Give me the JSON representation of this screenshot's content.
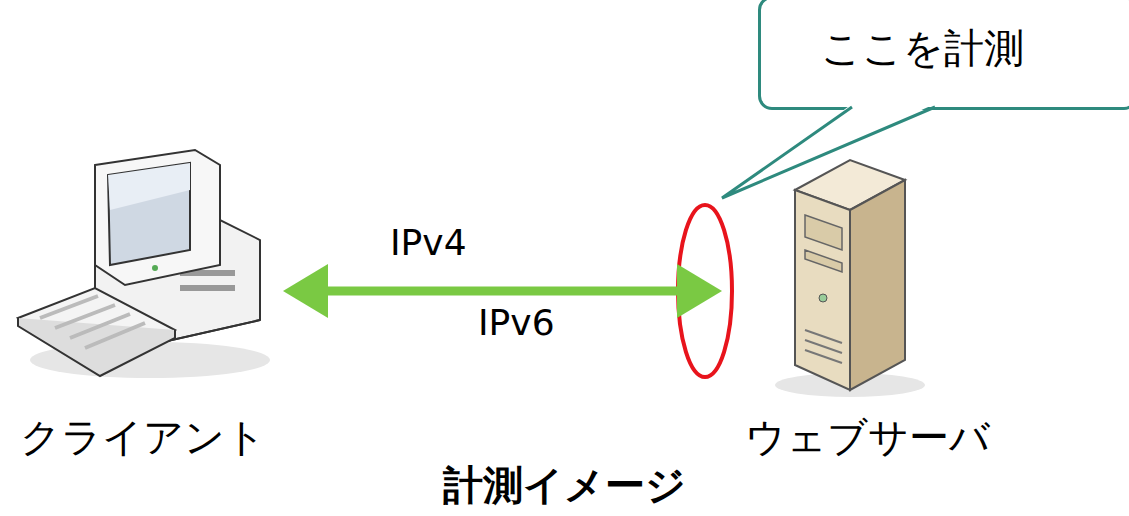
{
  "diagram": {
    "caption": "計測イメージ",
    "nodes": [
      {
        "text": [
          "クライアント"
        ]
      },
      {
        "text": [
          "ウェブサーバ"
        ]
      },
      {
        "text": [
          "ここを計測"
        ]
      }
    ],
    "edges": [
      {
        "from": 0,
        "to": 1,
        "arrow": "both",
        "label": "IPv4"
      }
    ],
    "labels": [
      "IPv6"
    ]
  }
}
